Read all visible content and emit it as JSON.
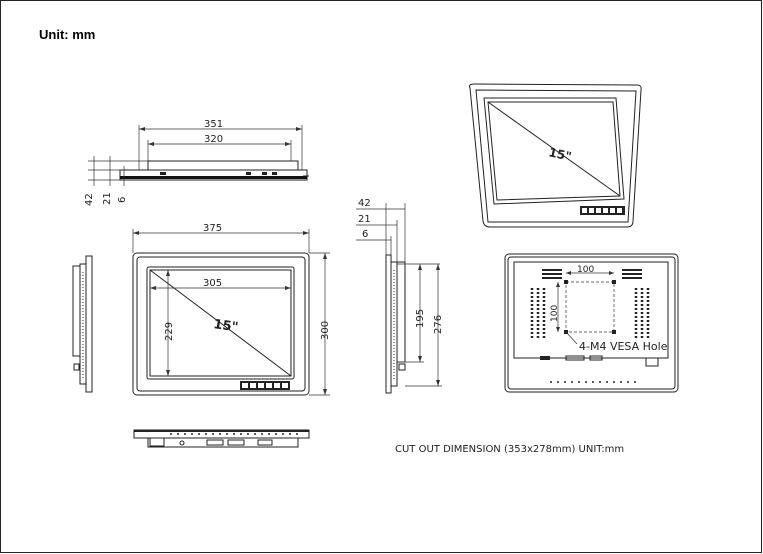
{
  "heading": "Unit: mm",
  "top_view": {
    "dim_outer": "351",
    "dim_inner": "320",
    "dim_42": "42",
    "dim_21": "21",
    "dim_6": "6"
  },
  "front_view": {
    "dim_width": "375",
    "dim_height": "300",
    "dim_screen_w": "305",
    "dim_screen_h": "229",
    "diag": "15\""
  },
  "side_view": {
    "dim_42": "42",
    "dim_21": "21",
    "dim_6": "6",
    "dim_195": "195",
    "dim_276": "276"
  },
  "perspective_view": {
    "diag": "15\""
  },
  "back_view": {
    "dim_100_h": "100",
    "dim_100_v": "100",
    "vesa_label": "4-M4  VESA Hole"
  },
  "cutout_note": "CUT OUT DIMENSION (353x278mm)    UNIT:mm"
}
